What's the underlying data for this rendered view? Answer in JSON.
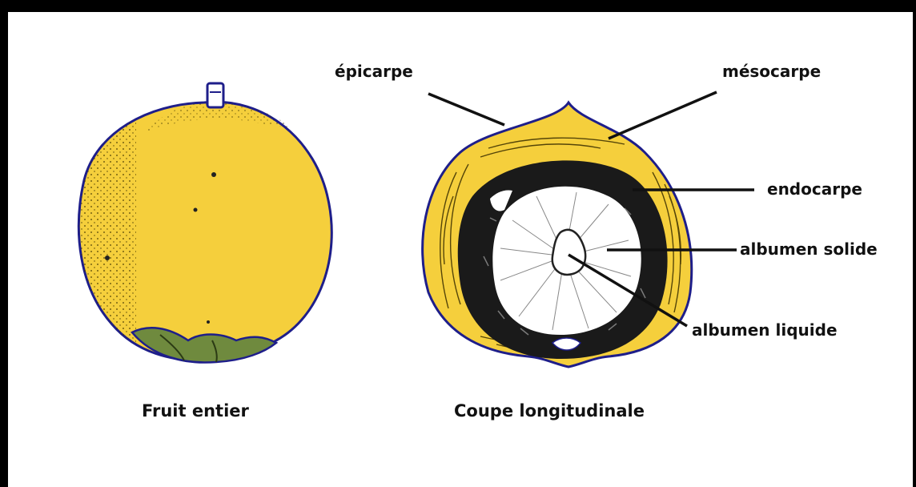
{
  "diagram": {
    "labels": {
      "epicarpe": "épicarpe",
      "mesocarpe": "mésocarpe",
      "endocarpe": "endocarpe",
      "albumen_solide": "albumen solide",
      "albumen_liquide": "albumen liquide"
    },
    "captions": {
      "whole": "Fruit entier",
      "section": "Coupe longitudinale"
    },
    "colors": {
      "fruit_yellow": "#f5cf3c",
      "outline": "#1e1e8a",
      "endocarp": "#1a1a1a",
      "albumen": "#ffffff",
      "calyx_green": "#6f8a3e",
      "frame": "#000000"
    }
  }
}
